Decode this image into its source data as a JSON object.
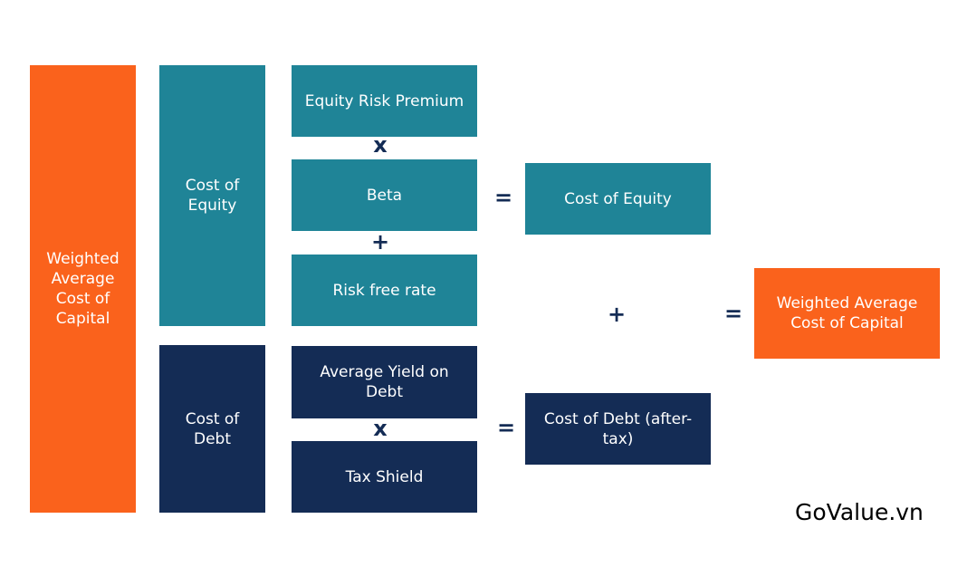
{
  "diagram": {
    "root": {
      "label": "Weighted Average Cost of Capital"
    },
    "cost_of_equity": {
      "label": "Cost of Equity",
      "components": [
        "Equity Risk Premium",
        "Beta",
        "Risk free rate"
      ],
      "operators": [
        "x",
        "+"
      ],
      "equals": "=",
      "result": "Cost of Equity"
    },
    "cost_of_debt": {
      "label": "Cost of Debt",
      "components": [
        "Average Yield on Debt",
        "Tax Shield"
      ],
      "operators": [
        "x"
      ],
      "equals": "=",
      "result": "Cost of Debt (after-tax)"
    },
    "combine": {
      "plus": "+",
      "equals": "=",
      "result": "Weighted Average Cost of Capital"
    },
    "colors": {
      "orange": "#fa621c",
      "teal": "#1f8497",
      "navy": "#142c55"
    }
  },
  "brand": "GoValue.vn"
}
